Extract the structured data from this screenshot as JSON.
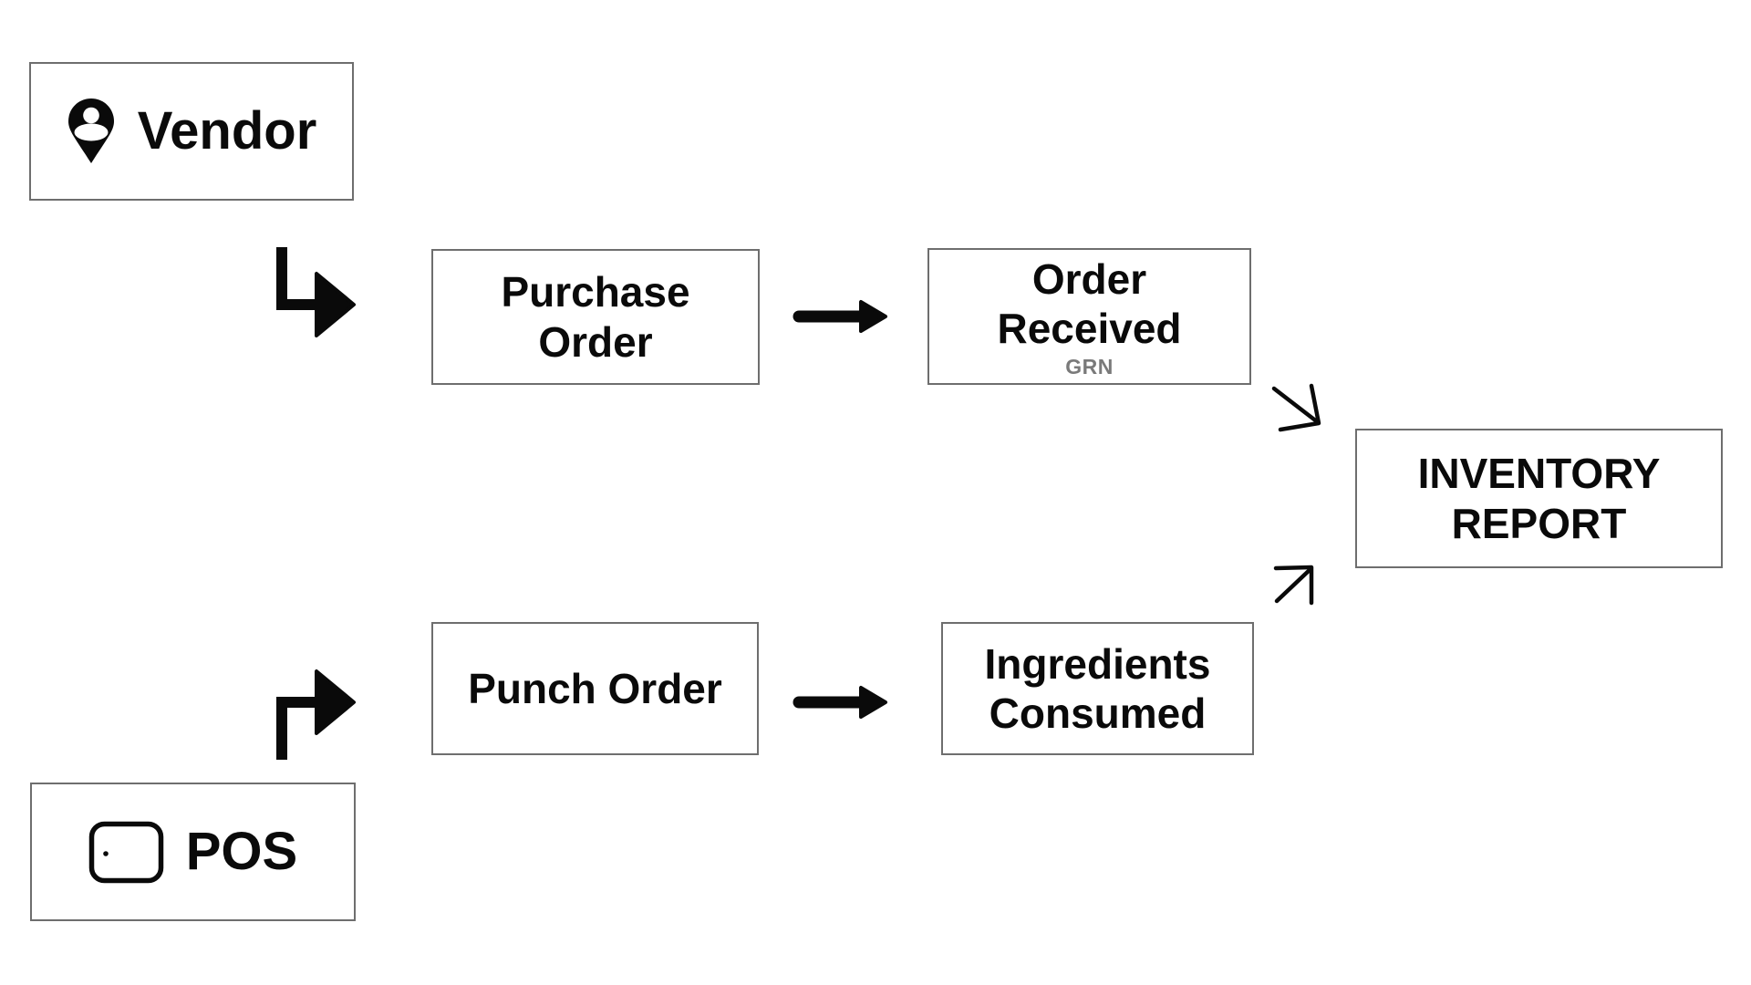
{
  "diagram": {
    "description": "Inventory flow diagram",
    "colors": {
      "background": "#ffffff",
      "box_border": "#6e6e6e",
      "text": "#0a0a0a",
      "muted_text": "#7a7a7a",
      "arrow": "#0a0a0a"
    },
    "nodes": {
      "vendor": {
        "label": "Vendor",
        "icon": "location-pin-icon"
      },
      "purchase_order": {
        "label": "Purchase\nOrder"
      },
      "order_received": {
        "label": "Order\nReceived",
        "sublabel": "GRN"
      },
      "inventory_report": {
        "label": "INVENTORY\nREPORT"
      },
      "pos": {
        "label": "POS",
        "icon": "pos-terminal-icon"
      },
      "punch_order": {
        "label": "Punch Order"
      },
      "ingredients_consumed": {
        "label": "Ingredients\nConsumed"
      }
    },
    "edges": [
      {
        "from": "vendor",
        "to": "purchase_order",
        "style": "thick-elbow-down-right"
      },
      {
        "from": "purchase_order",
        "to": "order_received",
        "style": "thick-straight-right"
      },
      {
        "from": "order_received",
        "to": "inventory_report",
        "style": "thin-diagonal-down-right"
      },
      {
        "from": "pos",
        "to": "punch_order",
        "style": "thick-elbow-up-right"
      },
      {
        "from": "punch_order",
        "to": "ingredients_consumed",
        "style": "thick-straight-right"
      },
      {
        "from": "ingredients_consumed",
        "to": "inventory_report",
        "style": "thin-diagonal-up-right"
      }
    ]
  }
}
